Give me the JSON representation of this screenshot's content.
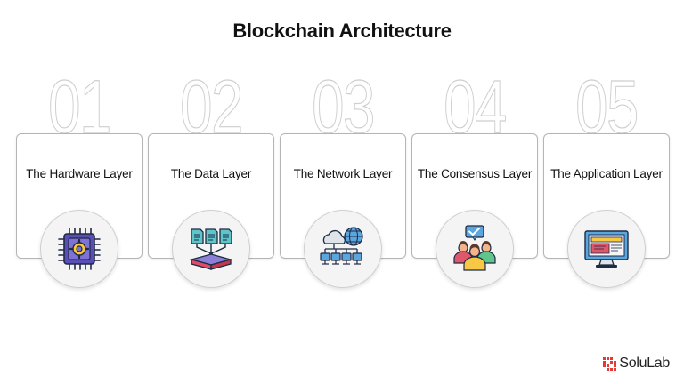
{
  "title": "Blockchain Architecture",
  "layers": [
    {
      "number": "01",
      "label": "The Hardware Layer",
      "icon": "chip-icon"
    },
    {
      "number": "02",
      "label": "The Data Layer",
      "icon": "data-stack-icon"
    },
    {
      "number": "03",
      "label": "The Network Layer",
      "icon": "network-icon"
    },
    {
      "number": "04",
      "label": "The Consensus Layer",
      "icon": "consensus-group-icon"
    },
    {
      "number": "05",
      "label": "The Application Layer",
      "icon": "application-monitor-icon"
    }
  ],
  "brand": {
    "name": "SoluLab",
    "accent": "#e53935"
  }
}
